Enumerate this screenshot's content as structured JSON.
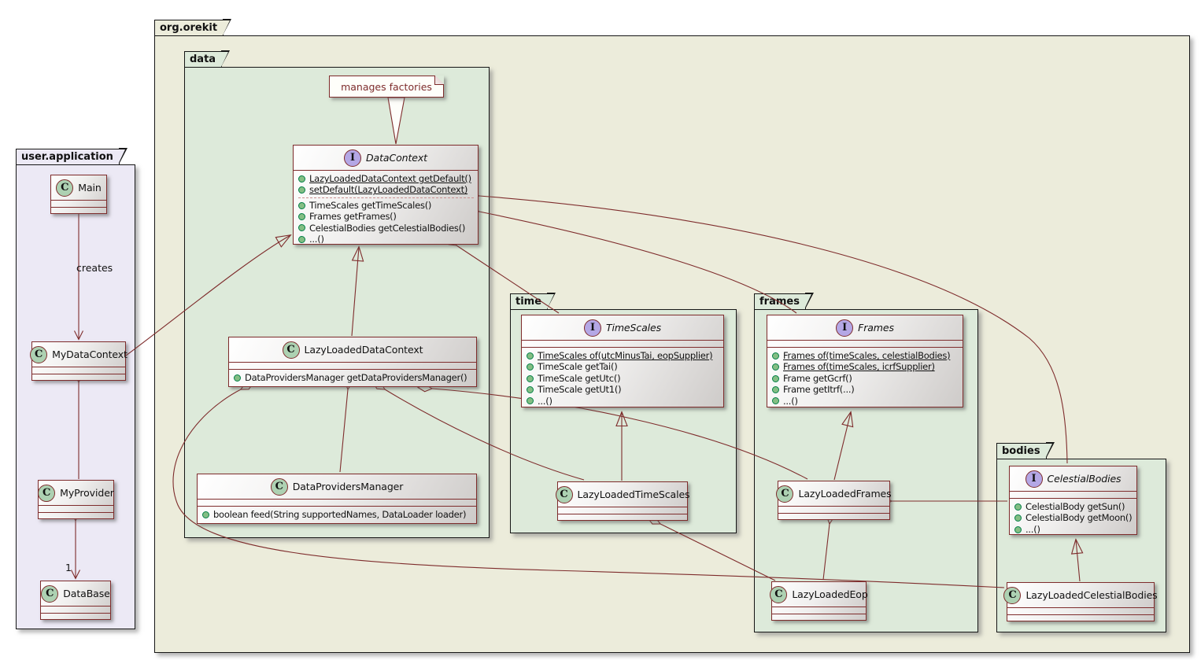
{
  "diagram": {
    "type": "uml-class-diagram",
    "tool_style": "plantuml"
  },
  "colors": {
    "edge": "#7e2c2c",
    "class_border": "#7e2c2c",
    "class_fill_gradient": [
      "#ffffff",
      "#cecbc9"
    ],
    "user_application_fill": "#ECE9F5",
    "org_orekit_fill": "#ECECDB",
    "inner_package_fill": "#DDEADA",
    "class_spot_fill": "#ADD1B2",
    "interface_spot_fill": "#B4A7E5",
    "method_dot_fill": "#84BE84",
    "method_dot_border": "#038048",
    "note_fill": "#FEFEFA",
    "package_border": "#161616"
  },
  "packages": {
    "user_application": {
      "label": "user.application"
    },
    "org_orekit": {
      "label": "org.orekit"
    },
    "data": {
      "label": "data"
    },
    "time": {
      "label": "time"
    },
    "frames": {
      "label": "frames"
    },
    "bodies": {
      "label": "bodies"
    }
  },
  "note": {
    "text": "manages factories"
  },
  "edge_labels": {
    "creates": "creates",
    "multiplicity_one": "1"
  },
  "classes": {
    "main": {
      "spot": "C",
      "name": "Main"
    },
    "my_data_context": {
      "spot": "C",
      "name": "MyDataContext"
    },
    "my_provider": {
      "spot": "C",
      "name": "MyProvider"
    },
    "data_base": {
      "spot": "C",
      "name": "DataBase"
    },
    "data_context": {
      "spot": "I",
      "name": "DataContext",
      "static_methods": [
        "LazyLoadedDataContext getDefault()",
        "setDefault(LazyLoadedDataContext)"
      ],
      "methods": [
        "TimeScales getTimeScales()",
        "Frames getFrames()",
        "CelestialBodies getCelestialBodies()",
        "...()"
      ]
    },
    "lazy_loaded_data_context": {
      "spot": "C",
      "name": "LazyLoadedDataContext",
      "methods": [
        "DataProvidersManager getDataProvidersManager()"
      ]
    },
    "data_providers_manager": {
      "spot": "C",
      "name": "DataProvidersManager",
      "methods": [
        "boolean feed(String supportedNames, DataLoader loader)"
      ]
    },
    "time_scales": {
      "spot": "I",
      "name": "TimeScales",
      "static_methods": [
        "TimeScales of(utcMinusTai, eopSupplier)"
      ],
      "methods": [
        "TimeScale getTai()",
        "TimeScale getUtc()",
        "TimeScale getUt1()",
        "...()"
      ]
    },
    "lazy_loaded_time_scales": {
      "spot": "C",
      "name": "LazyLoadedTimeScales"
    },
    "frames_interface": {
      "spot": "I",
      "name": "Frames",
      "static_methods": [
        "Frames of(timeScales, celestialBodies)",
        "Frames of(timeScales, icrfSupplier)"
      ],
      "methods": [
        "Frame getGcrf()",
        "Frame getItrf(...)",
        "...()"
      ]
    },
    "lazy_loaded_frames": {
      "spot": "C",
      "name": "LazyLoadedFrames"
    },
    "lazy_loaded_eop": {
      "spot": "C",
      "name": "LazyLoadedEop"
    },
    "celestial_bodies": {
      "spot": "I",
      "name": "CelestialBodies",
      "methods": [
        "CelestialBody getSun()",
        "CelestialBody getMoon()",
        "...()"
      ]
    },
    "lazy_loaded_celestial_bodies": {
      "spot": "C",
      "name": "LazyLoadedCelestialBodies"
    }
  },
  "relationships": [
    {
      "from": "Main",
      "to": "MyDataContext",
      "type": "directed-arrow",
      "label": "creates"
    },
    {
      "from": "MyDataContext",
      "to": "DataContext",
      "type": "generalization"
    },
    {
      "from": "MyDataContext",
      "to": "MyProvider",
      "type": "aggregation"
    },
    {
      "from": "MyProvider",
      "to": "DataBase",
      "type": "composition-arrow",
      "label": "1"
    },
    {
      "from": "LazyLoadedDataContext",
      "to": "DataContext",
      "type": "generalization"
    },
    {
      "from": "DataContext",
      "to": "TimeScales",
      "type": "aggregation"
    },
    {
      "from": "DataContext",
      "to": "Frames",
      "type": "aggregation"
    },
    {
      "from": "DataContext",
      "to": "CelestialBodies",
      "type": "aggregation"
    },
    {
      "from": "LazyLoadedDataContext",
      "to": "DataProvidersManager",
      "type": "aggregation"
    },
    {
      "from": "LazyLoadedDataContext",
      "to": "LazyLoadedTimeScales",
      "type": "aggregation"
    },
    {
      "from": "LazyLoadedDataContext",
      "to": "LazyLoadedFrames",
      "type": "aggregation"
    },
    {
      "from": "LazyLoadedDataContext",
      "to": "LazyLoadedCelestialBodies",
      "type": "aggregation"
    },
    {
      "from": "LazyLoadedTimeScales",
      "to": "TimeScales",
      "type": "generalization"
    },
    {
      "from": "LazyLoadedTimeScales",
      "to": "LazyLoadedEop",
      "type": "aggregation"
    },
    {
      "from": "LazyLoadedFrames",
      "to": "Frames",
      "type": "generalization"
    },
    {
      "from": "LazyLoadedFrames",
      "to": "LazyLoadedEop",
      "type": "aggregation"
    },
    {
      "from": "LazyLoadedFrames",
      "to": "CelestialBodies",
      "type": "aggregation"
    },
    {
      "from": "LazyLoadedCelestialBodies",
      "to": "CelestialBodies",
      "type": "generalization"
    },
    {
      "from": "DataContext",
      "to": "note:manages factories",
      "type": "note-anchor"
    }
  ]
}
